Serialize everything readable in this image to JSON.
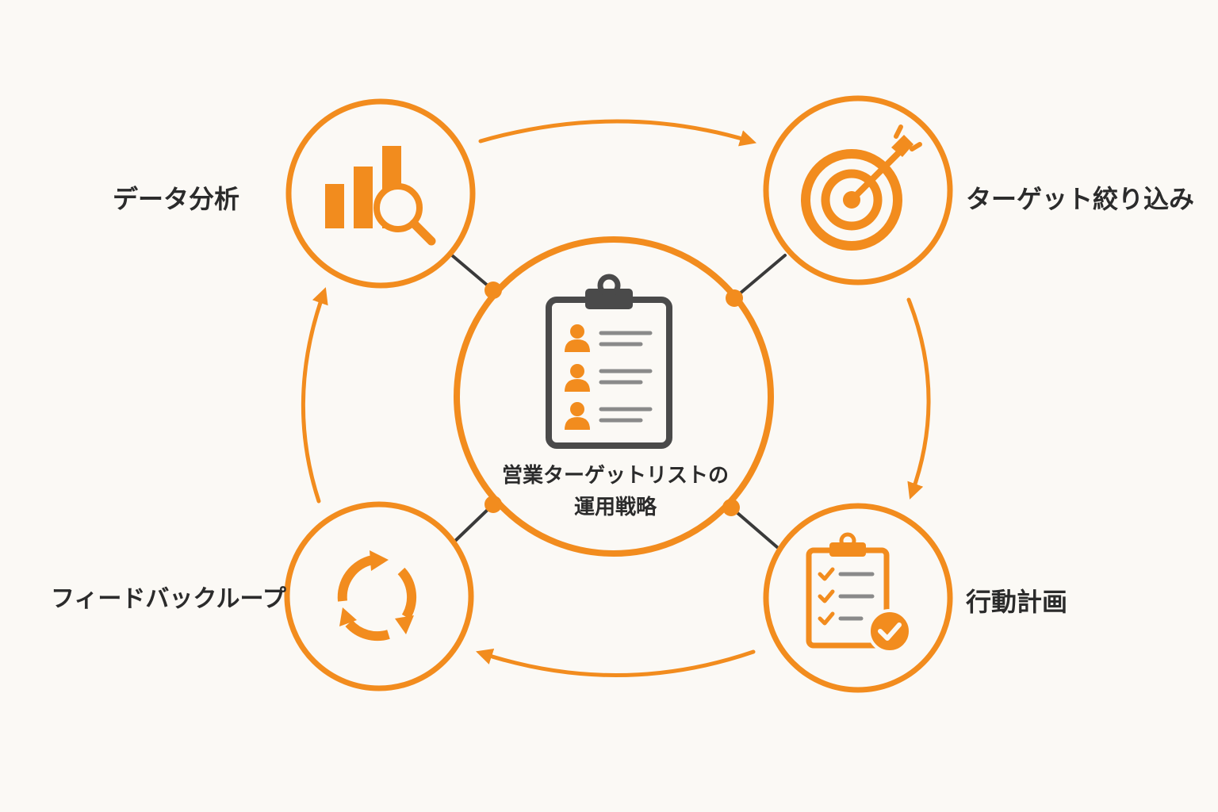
{
  "colors": {
    "accent": "#f28c1e",
    "background": "#fbf9f5",
    "node_fill": "#fbf9f5",
    "connector": "#3a3a3a",
    "text": "#2b2b2b",
    "icon_dark": "#4a4a4a",
    "icon_gray": "#8a8a8a"
  },
  "center": {
    "title_line1": "営業ターゲットリストの",
    "title_line2": "運用戦略",
    "icon": "clipboard-people-list-icon"
  },
  "nodes": {
    "data_analysis": {
      "label": "データ分析",
      "icon": "bar-chart-magnifier-icon"
    },
    "target_focus": {
      "label": "ターゲット絞り込み",
      "icon": "target-arrow-icon"
    },
    "action_plan": {
      "label": "行動計画",
      "icon": "clipboard-checklist-icon"
    },
    "feedback_loop": {
      "label": "フィードバックループ",
      "icon": "cycle-arrows-icon"
    }
  }
}
